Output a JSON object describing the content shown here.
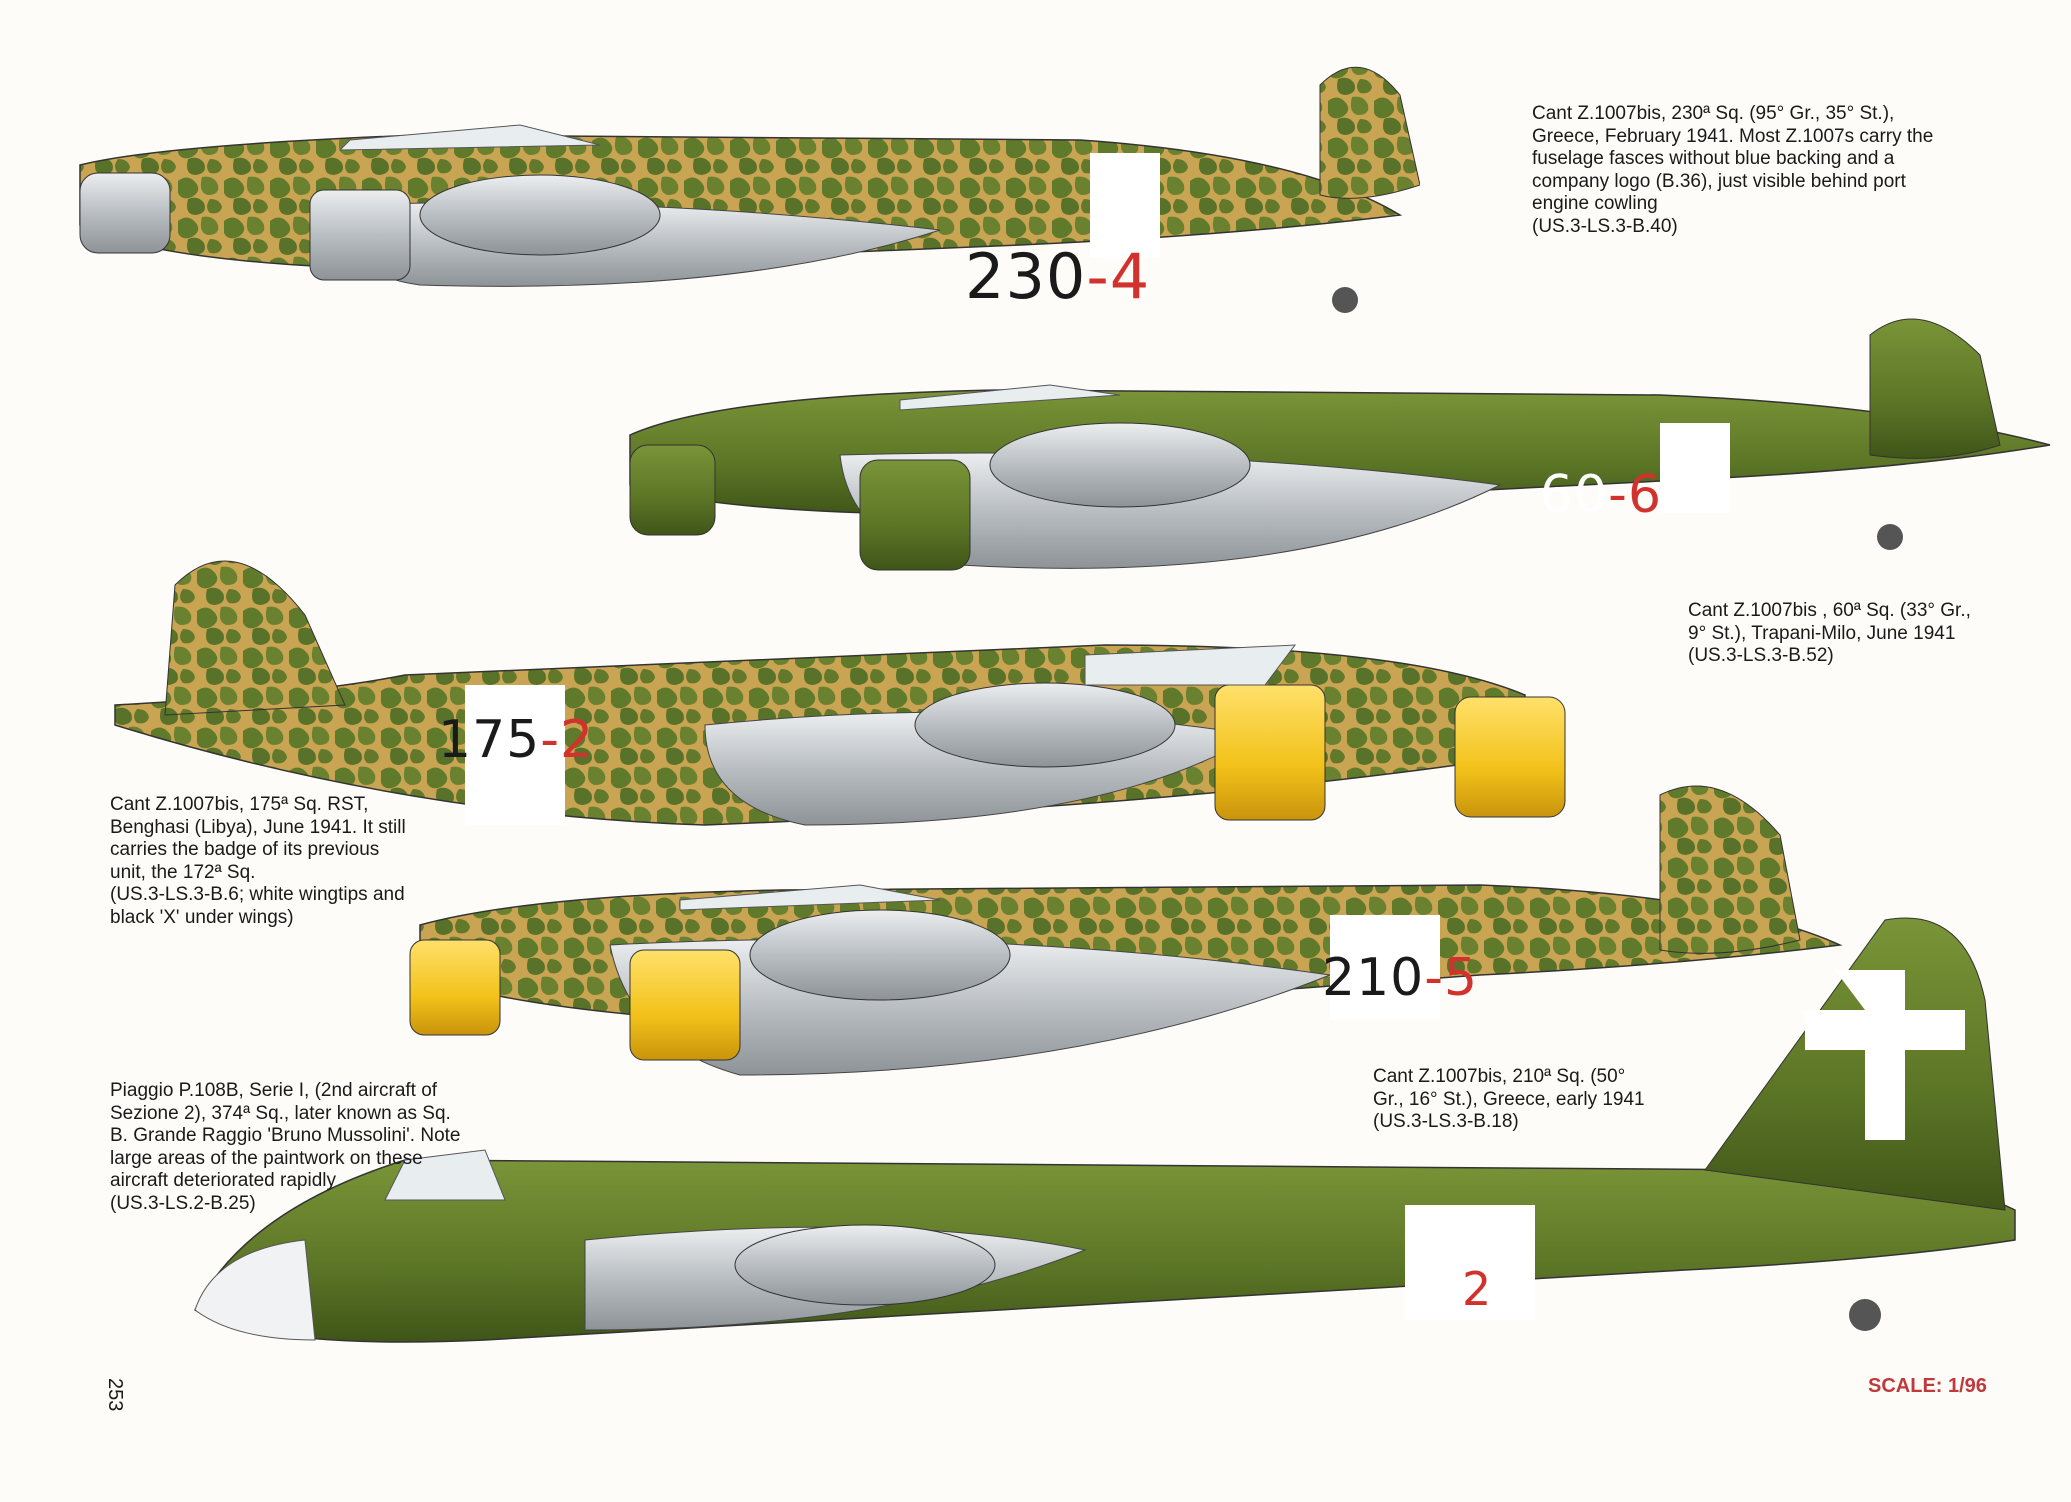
{
  "captions": [
    "Cant Z.1007bis, 230ª Sq. (95° Gr., 35° St.),\nGreece, February 1941. Most Z.1007s carry the\nfuselage fasces without blue backing and a\ncompany logo (B.36), just visible behind port\nengine cowling\n(US.3-LS.3-B.40)",
    "Cant Z.1007bis , 60ª Sq. (33° Gr.,\n9° St.), Trapani-Milo, June 1941\n(US.3-LS.3-B.52)",
    "Cant Z.1007bis, 175ª Sq. RST,\nBenghasi (Libya), June 1941. It still\ncarries the badge of its previous\nunit, the 172ª Sq.\n(US.3-LS.3-B.6; white wingtips and\nblack 'X' under wings)",
    "Cant Z.1007bis, 210ª Sq. (50°\nGr., 16° St.), Greece, early 1941\n(US.3-LS.3-B.18)",
    "Piaggio P.108B, Serie I, (2nd aircraft of\nSezione 2), 374ª Sq., later known as Sq.\nB. Grande Raggio 'Bruno Mussolini'. Note\nlarge areas of the paintwork on these\naircraft deteriorated rapidly\n(US.3-LS.2-B.25)"
  ],
  "codes": [
    {
      "num": "230",
      "sep": "-",
      "ind": "4"
    },
    {
      "num": "60",
      "sep": "-",
      "ind": "6"
    },
    {
      "num": "175",
      "sep": "-",
      "ind": "2"
    },
    {
      "num": "210",
      "sep": "-",
      "ind": "5"
    },
    {
      "num": "2",
      "sep": "",
      "ind": "2"
    }
  ],
  "page_number": "253",
  "scale": "SCALE: 1/96",
  "colors": {
    "olive": "#5f7a2a",
    "olive_dark": "#3f5518",
    "sand": "#c9a452",
    "silver": "#c9cdd0",
    "yellow": "#f2c21a",
    "red": "#d2322d",
    "white": "#ffffff"
  }
}
